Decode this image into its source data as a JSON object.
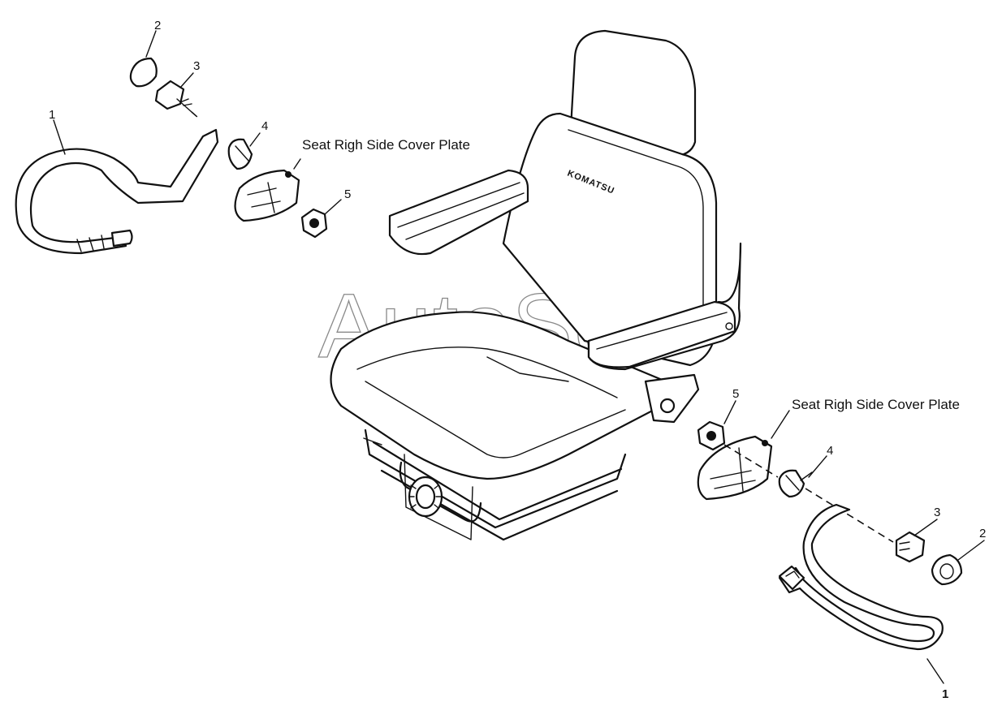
{
  "callouts": {
    "cover_plate_left": "Seat Righ Side Cover Plate",
    "cover_plate_right": "Seat Righ Side Cover Plate"
  },
  "part_numbers": {
    "left": {
      "belt": "1",
      "cap": "2",
      "bolt": "3",
      "spacer": "4",
      "nut": "5"
    },
    "right": {
      "belt": "1",
      "cap": "2",
      "bolt": "3",
      "spacer": "4",
      "nut": "5"
    }
  },
  "seat": {
    "brand": "KOMATSU"
  },
  "watermark": "AutoSoft"
}
